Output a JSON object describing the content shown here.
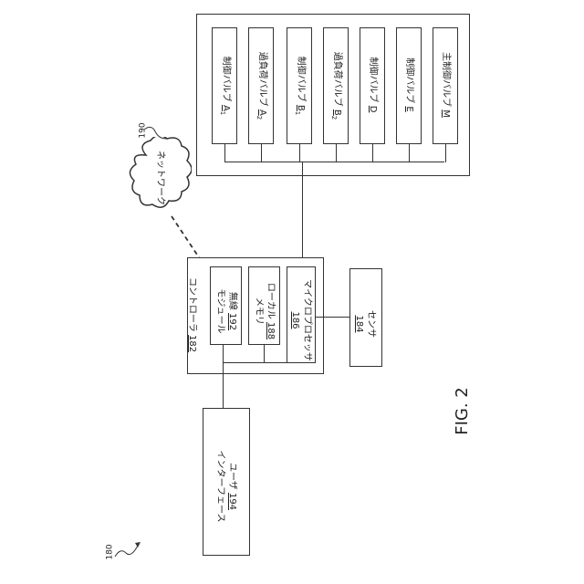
{
  "figure_label": "FIG. 2",
  "system_ref": "180",
  "network": {
    "label": "ネットワーク",
    "ref": "190"
  },
  "valves": [
    {
      "name": "制御バルブ",
      "id": "A",
      "sub": "1"
    },
    {
      "name": "過負荷バルブ",
      "id": "A",
      "sub": "2"
    },
    {
      "name": "制御バルブ",
      "id": "B",
      "sub": "1"
    },
    {
      "name": "過負荷バルブ",
      "id": "B",
      "sub": "2"
    },
    {
      "name": "制御バルブ",
      "id": "D",
      "sub": ""
    },
    {
      "name": "制御バルブ",
      "id": "E",
      "sub": ""
    },
    {
      "name": "主制御バルブ",
      "id": "M",
      "sub": ""
    }
  ],
  "controller": {
    "label": "コントローラ",
    "ref": "182"
  },
  "wireless": {
    "line1": "無線",
    "line2": "モジュール",
    "ref": "192"
  },
  "memory": {
    "line1": "ローカル",
    "line2": "メモリ",
    "ref": "188"
  },
  "microprocessor": {
    "label": "マイクロプロセッサ",
    "ref": "186"
  },
  "sensor": {
    "label": "センサ",
    "ref": "184"
  },
  "user_interface": {
    "line1": "ユーザ",
    "line2": "インターフェース",
    "ref": "194"
  }
}
